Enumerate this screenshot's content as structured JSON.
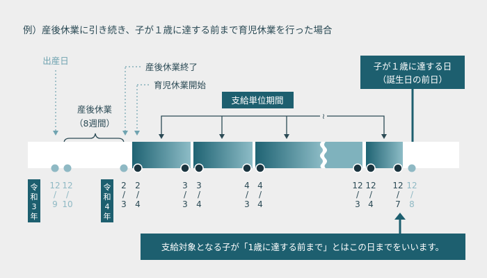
{
  "title": "例）産後休業に引き続き、子が１歳に達する前まで育児休業を行った場合",
  "labels": {
    "birth_day": "出産日",
    "postnatal_leave": "産後休業",
    "postnatal_weeks": "（8週間）",
    "postnatal_end": "産後休業終了",
    "childcare_start": "育児休業開始",
    "payment_unit": "支給単位期間",
    "deadline_line1": "子が１歳に達する日",
    "deadline_line2": "（誕生日の前日）",
    "note": "支給対象となる子が「1歳に達する前まで」とはこの日までをいいます。"
  },
  "eras": [
    {
      "era": "令和",
      "num": "3",
      "unit": "年"
    },
    {
      "era": "令和",
      "num": "4",
      "unit": "年"
    }
  ],
  "dates": [
    {
      "month": "12",
      "day": "9",
      "style": "muted"
    },
    {
      "month": "12",
      "day": "10",
      "style": "muted"
    },
    {
      "month": "2",
      "day": "3",
      "style": "dark"
    },
    {
      "month": "2",
      "day": "4",
      "style": "dark"
    },
    {
      "month": "3",
      "day": "3",
      "style": "dark"
    },
    {
      "month": "3",
      "day": "4",
      "style": "dark"
    },
    {
      "month": "4",
      "day": "3",
      "style": "dark"
    },
    {
      "month": "4",
      "day": "4",
      "style": "dark"
    },
    {
      "month": "12",
      "day": "3",
      "style": "dark"
    },
    {
      "month": "12",
      "day": "4",
      "style": "dark"
    },
    {
      "month": "12",
      "day": "7",
      "style": "dark"
    },
    {
      "month": "12",
      "day": "8",
      "style": "muted"
    }
  ],
  "colors": {
    "background": "#eeeeee",
    "dark_teal": "#1d5f6f",
    "light_teal": "#7fb2bd",
    "muted_text": "#8fb9c4",
    "dark_text": "#2b4a55",
    "dot_dark": "#1b3540",
    "dot_light": "#8fb9c4",
    "bar_white": "#ffffff"
  }
}
